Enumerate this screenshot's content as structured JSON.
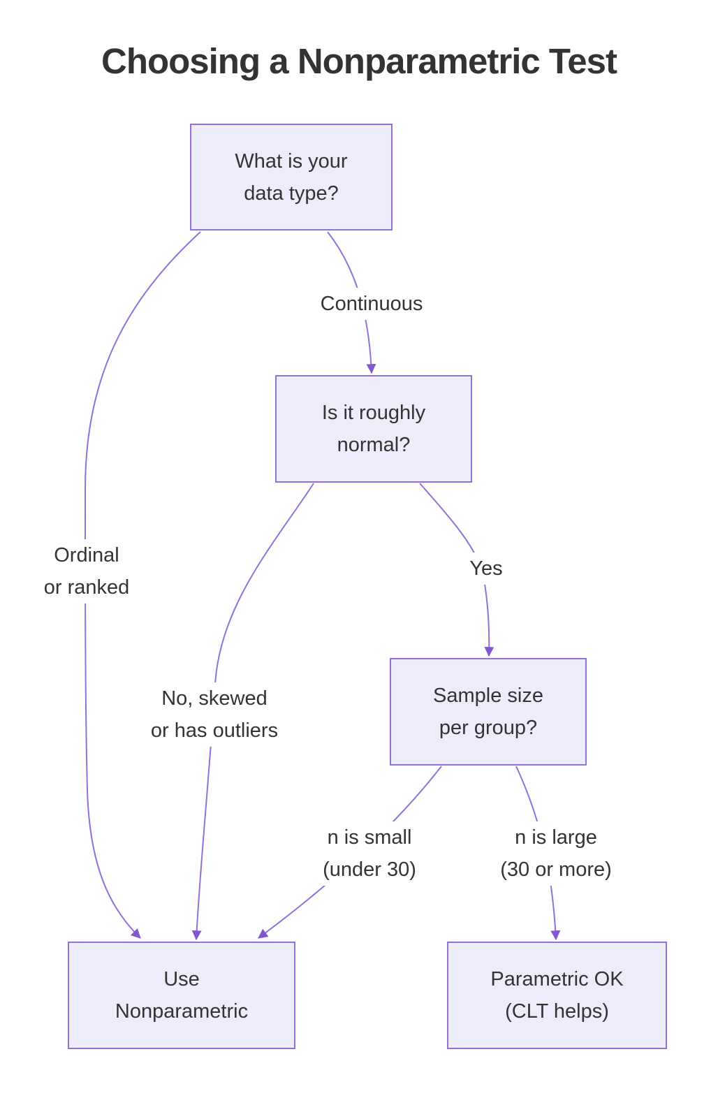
{
  "title": "Choosing a Nonparametric Test",
  "colors": {
    "node_fill": "#ECECFA",
    "node_border": "#9370DB",
    "edge_line": "#9270DB",
    "arrow_head": "#8257D0",
    "text": "#333333"
  },
  "nodes": {
    "data_type_1": "What is your",
    "data_type_2": "data type?",
    "normal_1": "Is it roughly",
    "normal_2": "normal?",
    "sample_size_1": "Sample size",
    "sample_size_2": "per group?",
    "nonparametric_1": "Use",
    "nonparametric_2": "Nonparametric",
    "parametric_1": "Parametric OK",
    "parametric_2": "(CLT helps)"
  },
  "labels": {
    "continuous": "Continuous",
    "ordinal_1": "Ordinal",
    "ordinal_2": "or ranked",
    "yes": "Yes",
    "no_skewed_1": "No, skewed",
    "no_skewed_2": "or has outliers",
    "n_small_1": "n is small",
    "n_small_2": "(under 30)",
    "n_large_1": "n is large",
    "n_large_2": "(30 or more)"
  },
  "diagram": {
    "type": "flowchart",
    "edges": [
      {
        "from": "What is your data type?",
        "to": "Use Nonparametric",
        "label": "Ordinal or ranked"
      },
      {
        "from": "What is your data type?",
        "to": "Is it roughly normal?",
        "label": "Continuous"
      },
      {
        "from": "Is it roughly normal?",
        "to": "Use Nonparametric",
        "label": "No, skewed or has outliers"
      },
      {
        "from": "Is it roughly normal?",
        "to": "Sample size per group?",
        "label": "Yes"
      },
      {
        "from": "Sample size per group?",
        "to": "Use Nonparametric",
        "label": "n is small (under 30)"
      },
      {
        "from": "Sample size per group?",
        "to": "Parametric OK (CLT helps)",
        "label": "n is large (30 or more)"
      }
    ]
  }
}
